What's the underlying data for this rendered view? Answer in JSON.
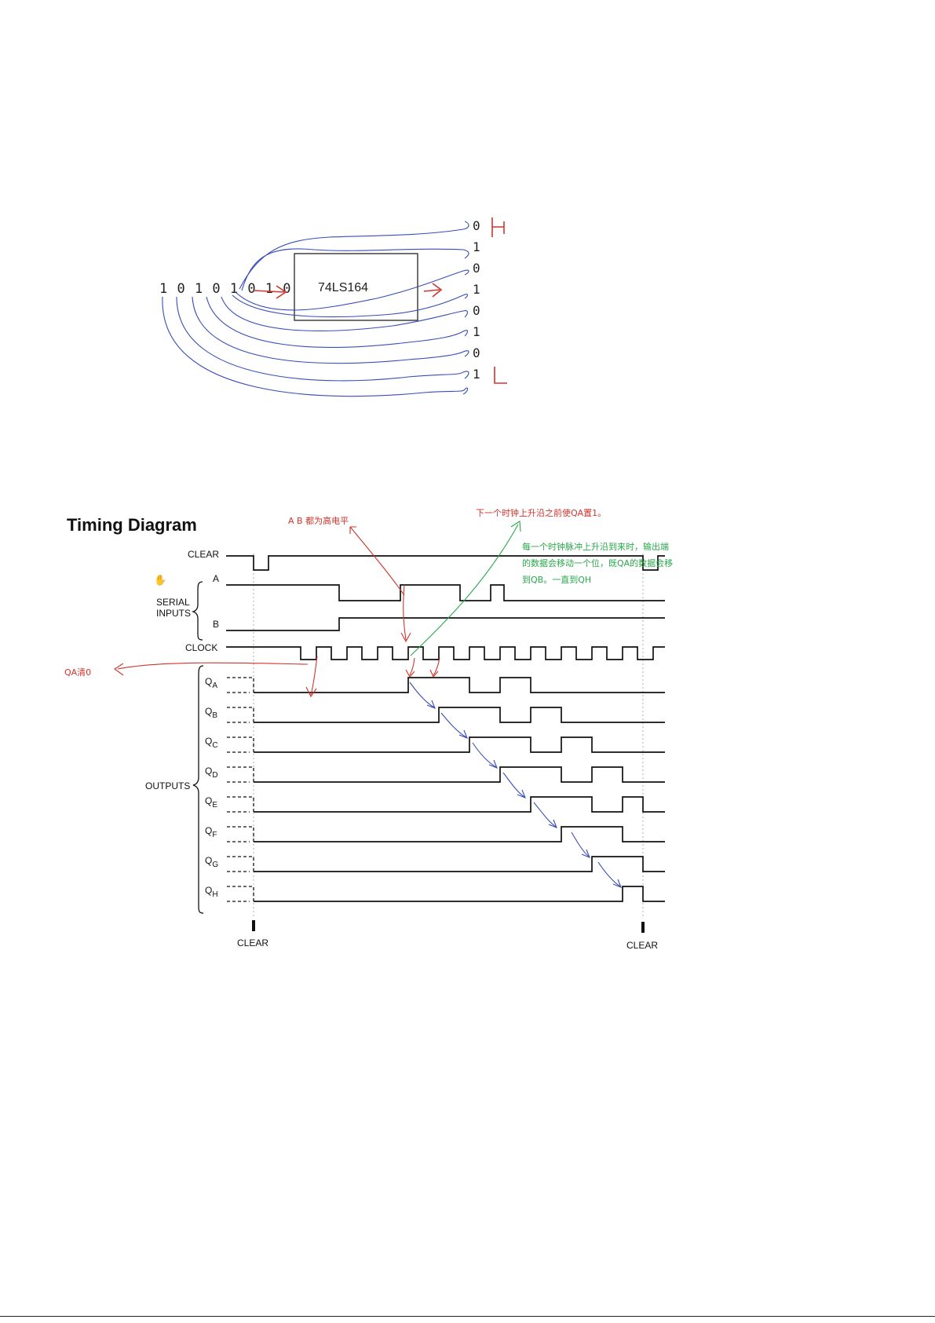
{
  "shift_sketch": {
    "input_bits": "1 0 1 0 1 0 1 0",
    "chip_label": "74LS164",
    "output_bits": [
      "0",
      "1",
      "0",
      "1",
      "0",
      "1",
      "0",
      "1"
    ],
    "colors": {
      "wire": "#3a4cb8",
      "arrow": "#d0342c",
      "box": "#333333"
    }
  },
  "timing": {
    "title": "Timing Diagram",
    "signals": {
      "clear": "CLEAR",
      "a": "A",
      "b": "B",
      "clock": "CLOCK",
      "serial_inputs": [
        "SERIAL",
        "INPUTS"
      ],
      "outputs_group": "OUTPUTS",
      "outputs": [
        {
          "q": "Q",
          "sub": "A"
        },
        {
          "q": "Q",
          "sub": "B"
        },
        {
          "q": "Q",
          "sub": "C"
        },
        {
          "q": "Q",
          "sub": "D"
        },
        {
          "q": "Q",
          "sub": "E"
        },
        {
          "q": "Q",
          "sub": "F"
        },
        {
          "q": "Q",
          "sub": "G"
        },
        {
          "q": "Q",
          "sub": "H"
        }
      ]
    },
    "clear_marker_left": "CLEAR",
    "clear_marker_right": "CLEAR",
    "annotations": {
      "ab_high": "A B 都为高电平",
      "next_clock": "下一个时钟上升沿之前使QA置1。",
      "shift_note": [
        "每一个时钟脉冲上升沿到来时，输出端",
        "的数据会移动一个位，既QA的数据会移",
        "到QB。一直到QH"
      ],
      "qa_clear": "QA清0"
    },
    "colors": {
      "red": "#d0342c",
      "green": "#2aa84a",
      "blue": "#3a4cb8",
      "ink": "#111111"
    }
  }
}
